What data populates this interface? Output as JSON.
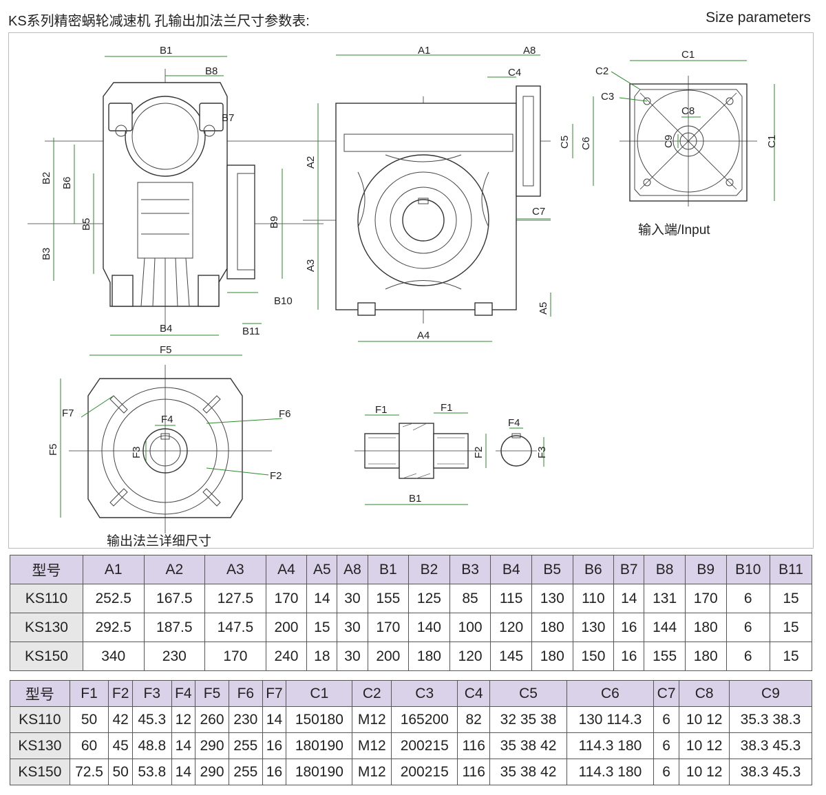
{
  "header": {
    "title_cn": "KS系列精密蜗轮减速机 孔输出加法兰尺寸参数表:",
    "title_en": "Size parameters"
  },
  "drawing": {
    "side_view": {
      "B1": "B1",
      "B8": "B8",
      "B7": "B7",
      "B2": "B2",
      "B6": "B6",
      "B5": "B5",
      "B3": "B3",
      "B9": "B9",
      "B10": "B10",
      "B4": "B4",
      "B11": "B11"
    },
    "front_view": {
      "A1": "A1",
      "A8": "A8",
      "C4": "C4",
      "C5": "C5",
      "C6": "C6",
      "A2": "A2",
      "A3": "A3",
      "C7": "C7",
      "A4": "A4",
      "A5": "A5"
    },
    "input_view": {
      "C1_top": "C1",
      "C2": "C2",
      "C3": "C3",
      "C8": "C8",
      "C9": "C9",
      "C1_side": "C1",
      "caption": "输入端/Input"
    },
    "flange_view": {
      "F5_top": "F5",
      "F7": "F7",
      "F4": "F4",
      "F6": "F6",
      "F3": "F3",
      "F5_side": "F5",
      "F2": "F2",
      "caption": "输出法兰详细尺寸"
    },
    "shaft_view": {
      "F1_left": "F1",
      "F1_right": "F1",
      "F2": "F2",
      "B1": "B1",
      "F4": "F4",
      "F3": "F3"
    }
  },
  "table1": {
    "header": [
      "型号",
      "A1",
      "A2",
      "A3",
      "A4",
      "A5",
      "A8",
      "B1",
      "B2",
      "B3",
      "B4",
      "B5",
      "B6",
      "B7",
      "B8",
      "B9",
      "B10",
      "B11"
    ],
    "rows": [
      [
        "KS110",
        "252.5",
        "167.5",
        "127.5",
        "170",
        "14",
        "30",
        "155",
        "125",
        "85",
        "115",
        "130",
        "110",
        "14",
        "131",
        "170",
        "6",
        "15"
      ],
      [
        "KS130",
        "292.5",
        "187.5",
        "147.5",
        "200",
        "15",
        "30",
        "170",
        "140",
        "100",
        "120",
        "180",
        "130",
        "16",
        "144",
        "180",
        "6",
        "15"
      ],
      [
        "KS150",
        "340",
        "230",
        "170",
        "240",
        "18",
        "30",
        "200",
        "180",
        "120",
        "145",
        "180",
        "150",
        "16",
        "155",
        "180",
        "6",
        "15"
      ]
    ]
  },
  "table2": {
    "header": [
      "型号",
      "F1",
      "F2",
      "F3",
      "F4",
      "F5",
      "F6",
      "F7",
      "C1",
      "C2",
      "C3",
      "C4",
      "C5",
      "C6",
      "C7",
      "C8",
      "C9"
    ],
    "rows": [
      [
        "KS110",
        "50",
        "42",
        "45.3",
        "12",
        "260",
        "230",
        "14",
        "150180",
        "M12",
        "165200",
        "82",
        "32  35  38",
        "130 114.3",
        "6",
        "10  12",
        "35.3  38.3"
      ],
      [
        "KS130",
        "60",
        "45",
        "48.8",
        "14",
        "290",
        "255",
        "16",
        "180190",
        "M12",
        "200215",
        "116",
        "35  38  42",
        "114.3 180",
        "6",
        "10  12",
        "38.3  45.3"
      ],
      [
        "KS150",
        "72.5",
        "50",
        "53.8",
        "14",
        "290",
        "255",
        "16",
        "180190",
        "M12",
        "200215",
        "116",
        "35  38  42",
        "114.3 180",
        "6",
        "10  12",
        "38.3  45.3"
      ]
    ]
  }
}
